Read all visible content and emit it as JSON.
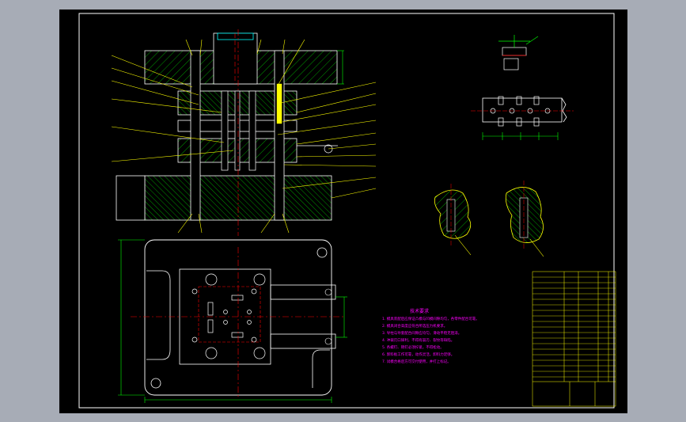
{
  "colors": {
    "viewport_bg": "#a7acb6",
    "sheet_bg": "#000000",
    "outline": "#ffffff",
    "hatch": "#00ff00",
    "leader": "#ffff00",
    "dimension": "#00ff00",
    "center_line": "#ff0000",
    "hidden": "#ff0000",
    "annotation_text": "#ff00ff",
    "title_block_line": "#ffff00",
    "bolt": "#00ffff"
  },
  "drawing": {
    "views": [
      "front-section",
      "top-plan",
      "part-detail",
      "strip-layout",
      "section-detail-a",
      "section-detail-b"
    ],
    "technical_requirements": {
      "heading": "技术要求",
      "items": [
        "1. 模具装配后应保证凸模与凹模间隙均匀，各零件配合可靠。",
        "2. 模具闭合高度应符合所选压力机要求。",
        "3. 导柱与导套配合间隙应均匀，滑动平稳无阻滞。",
        "4. 冲裁刃口锋利，不得有崩刃、裂纹等缺陷。",
        "5. 各螺钉、销钉必须拧紧，不得松动。",
        "6. 卸料板工作可靠，动作灵活，卸料力足够。",
        "7. 试模合格后方可交付使用，并打上标记。"
      ]
    }
  }
}
